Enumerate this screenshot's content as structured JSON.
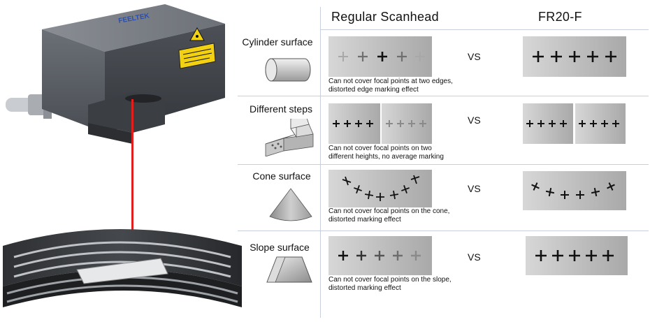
{
  "brand": {
    "logo_text": "FEELTEK"
  },
  "headers": {
    "regular": "Regular Scanhead",
    "fr20f": "FR20-F"
  },
  "vs_label": "VS",
  "rows": [
    {
      "title": "Cylinder surface",
      "caption_line1": "Can not cover focal points at two edges,",
      "caption_line2": "distorted edge marking effect",
      "shape": "cylinder-icon"
    },
    {
      "title": "Different steps",
      "caption_line1": "Can not cover focal points on two",
      "caption_line2": "different heights, no average marking",
      "shape": "steps-block-icon"
    },
    {
      "title": "Cone surface",
      "caption_line1": "Can not cover focal points on the cone,",
      "caption_line2": "distorted marking effect",
      "shape": "cone-icon"
    },
    {
      "title": "Slope surface",
      "caption_line1": "Can not cover focal points on the slope,",
      "caption_line2": "distorted marking effect",
      "shape": "trapezoid-icon"
    }
  ],
  "colors": {
    "grid_line": "#c9cfdc",
    "laser": "#e0201e",
    "mark_dark": "#111111",
    "mark_faded": "#888888"
  }
}
